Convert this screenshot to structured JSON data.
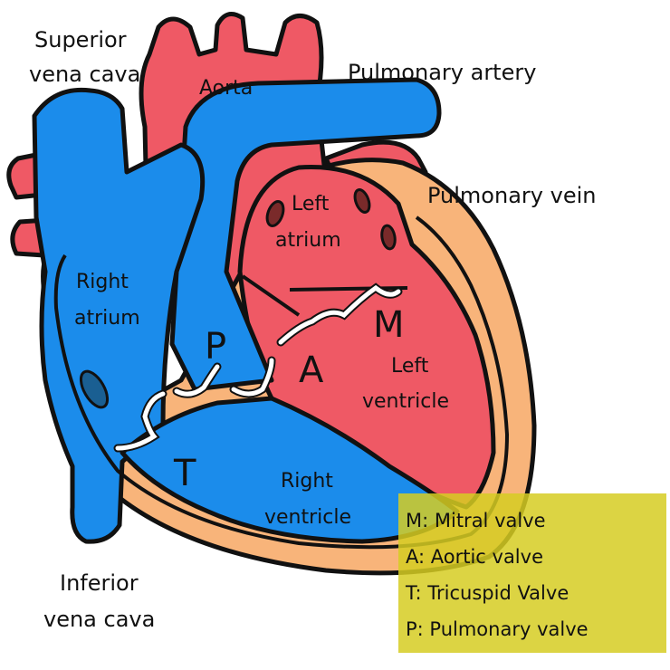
{
  "labels": {
    "superior_vena_cava_1": "Superior",
    "superior_vena_cava_2": "vena cava",
    "aorta": "Aorta",
    "pulmonary_artery": "Pulmonary artery",
    "pulmonary_vein": "Pulmonary vein",
    "left_atrium_1": "Left",
    "left_atrium_2": "atrium",
    "right_atrium_1": "Right",
    "right_atrium_2": "atrium",
    "left_ventricle_1": "Left",
    "left_ventricle_2": "ventricle",
    "right_ventricle_1": "Right",
    "right_ventricle_2": "ventricle",
    "inferior_vena_cava_1": "Inferior",
    "inferior_vena_cava_2": "vena cava"
  },
  "valve_letters": {
    "mitral": "M",
    "aortic": "A",
    "tricuspid": "T",
    "pulmonary": "P"
  },
  "legend": [
    "M: Mitral valve",
    "A: Aortic valve",
    "T: Tricuspid Valve",
    "P: Pulmonary valve"
  ],
  "colors": {
    "oxygenated": "#ef5965",
    "deoxygenated": "#1b8ceb",
    "muscle": "#f8b47a",
    "outline": "#111111",
    "valve": "#ffffff",
    "legend_highlight": "#d6cc22",
    "vein_opening": "#1a5f92",
    "pulmonary_vein_opening": "#7a2a2a"
  }
}
